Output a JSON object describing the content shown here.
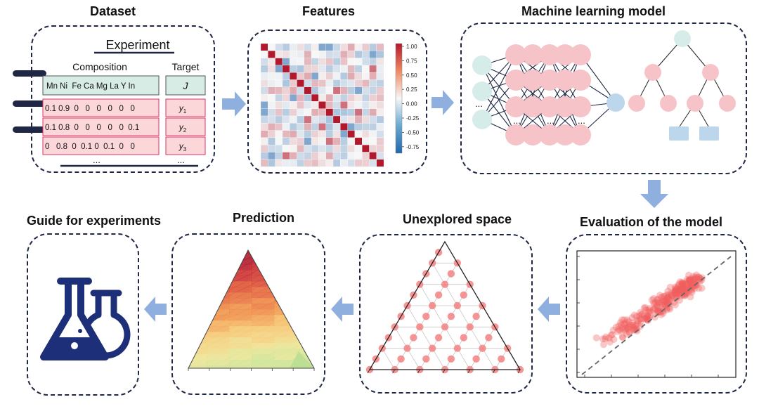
{
  "titles": {
    "dataset": "Dataset",
    "features": "Features",
    "ml_model": "Machine learning model",
    "evaluation": "Evaluation of the model",
    "unexplored": "Unexplored space",
    "prediction": "Prediction",
    "guide": "Guide for experiments"
  },
  "dataset": {
    "experiment_label": "Experiment",
    "composition_label": "Composition",
    "target_label": "Target",
    "header_row": "Mn Ni  Fe Ca Mg La Y In",
    "target_header": "J",
    "rows": [
      {
        "values": "0.1 0.9  0   0   0   0   0   0",
        "target": "y",
        "sub": "1"
      },
      {
        "values": "0.1 0.8  0   0   0   0   0  0.1",
        "target": "y",
        "sub": "2"
      },
      {
        "values": "0   0.8  0  0.1 0  0.1  0   0",
        "target": "y",
        "sub": "3"
      }
    ],
    "ellipsis": "...",
    "target_ellipsis": "..."
  },
  "features": {
    "colorbar_ticks": [
      "1.00",
      "0.75",
      "0.50",
      "0.25",
      "0.00",
      "-0.25",
      "-0.50",
      "-0.75"
    ],
    "colors": {
      "positive": "#b2182b",
      "neutral": "#f7f7f7",
      "negative": "#2166ac"
    }
  },
  "ml_model": {
    "ellipsis": "..."
  },
  "colors": {
    "border": "#1f2744",
    "arrow": "#8fb0df",
    "node_pink": "#f6c4c8",
    "node_blue": "#bcd6ec",
    "node_teal": "#d6ece8",
    "scatter": "#f25f5f",
    "flask": "#1c2f78"
  }
}
